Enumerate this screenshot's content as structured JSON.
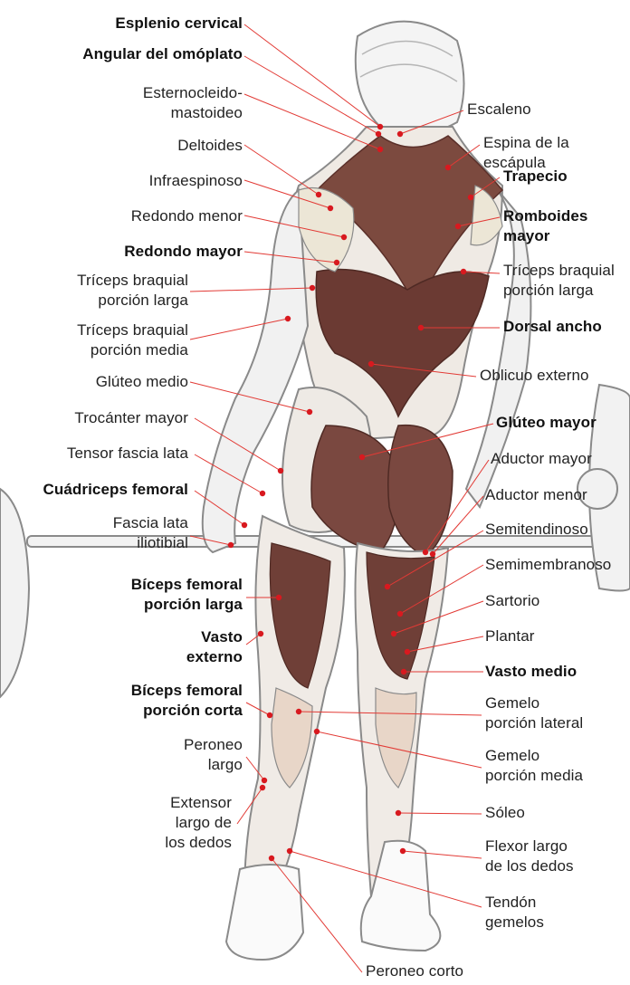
{
  "colors": {
    "leader_line": "#e23a35",
    "marker_dot": "#d8191f",
    "muscle_dark": "#6b3a33",
    "muscle_light": "#e8d3c0",
    "skin_outline": "#8a8a8a",
    "tendon_yellow": "#efe2a0"
  },
  "labels_left": [
    {
      "text": "Esplenio cervical",
      "bold": true
    },
    {
      "text": "Angular del omóplato",
      "bold": true
    },
    {
      "text": "Esternocleido-\nmastoideo",
      "bold": false
    },
    {
      "text": "Deltoides",
      "bold": false
    },
    {
      "text": "Infraespinoso",
      "bold": false
    },
    {
      "text": "Redondo menor",
      "bold": false
    },
    {
      "text": "Redondo mayor",
      "bold": true
    },
    {
      "text": "Tríceps braquial\nporción larga",
      "bold": false
    },
    {
      "text": "Tríceps braquial\nporción media",
      "bold": false
    },
    {
      "text": "Glúteo medio",
      "bold": false
    },
    {
      "text": "Trocánter mayor",
      "bold": false
    },
    {
      "text": "Tensor fascia lata",
      "bold": false
    },
    {
      "text": "Cuádriceps femoral",
      "bold": true
    },
    {
      "text": "Fascia lata\niliotibial",
      "bold": false
    },
    {
      "text": "Bíceps femoral\nporción larga",
      "bold": true
    },
    {
      "text": "Vasto\nexterno",
      "bold": true
    },
    {
      "text": "Bíceps femoral\nporción corta",
      "bold": true
    },
    {
      "text": "Peroneo\nlargo",
      "bold": false
    },
    {
      "text": "Extensor\nlargo de\nlos dedos",
      "bold": false
    }
  ],
  "labels_right": [
    {
      "text": "Escaleno",
      "bold": false
    },
    {
      "text": "Espina de la escápula",
      "bold": false
    },
    {
      "text": "Trapecio",
      "bold": true
    },
    {
      "text": "Romboides\nmayor",
      "bold": true
    },
    {
      "text": "Tríceps braquial\nporción larga",
      "bold": false
    },
    {
      "text": "Dorsal ancho",
      "bold": true
    },
    {
      "text": "Oblicuo externo",
      "bold": false
    },
    {
      "text": "Glúteo mayor",
      "bold": true
    },
    {
      "text": "Aductor mayor",
      "bold": false
    },
    {
      "text": "Aductor menor",
      "bold": false
    },
    {
      "text": "Semitendinoso",
      "bold": false
    },
    {
      "text": "Semimembranoso",
      "bold": false
    },
    {
      "text": "Sartorio",
      "bold": false
    },
    {
      "text": "Plantar",
      "bold": false
    },
    {
      "text": "Vasto medio",
      "bold": true
    },
    {
      "text": "Gemelo\nporción lateral",
      "bold": false
    },
    {
      "text": "Gemelo\nporción media",
      "bold": false
    },
    {
      "text": "Sóleo",
      "bold": false
    },
    {
      "text": "Flexor largo\nde los dedos",
      "bold": false
    },
    {
      "text": "Tendón\ngemelos",
      "bold": false
    }
  ],
  "labels_bottom": [
    {
      "text": "Peroneo corto",
      "bold": false
    }
  ]
}
